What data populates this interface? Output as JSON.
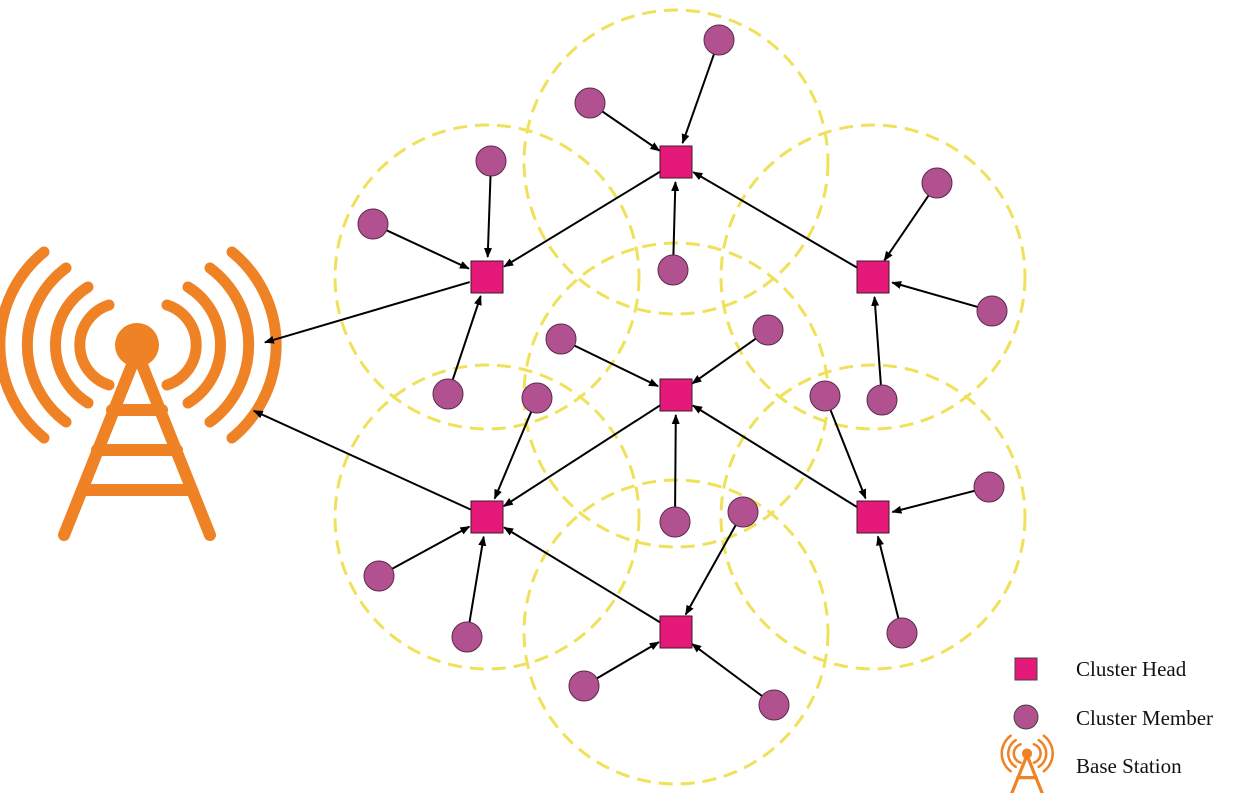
{
  "colors": {
    "cluster_head": "#e5197a",
    "cluster_member": "#b2518f",
    "base_station": "#ef8224",
    "cluster_range": "#efe15a",
    "link": "#000000"
  },
  "legend": {
    "cluster_head": "Cluster Head",
    "cluster_member": "Cluster Member",
    "base_station": "Base Station"
  },
  "icons": {
    "cluster_head": "pink-square",
    "cluster_member": "purple-circle",
    "base_station": "radio-tower-icon"
  },
  "nodes": {
    "heads": [
      "A",
      "B",
      "C",
      "D",
      "E",
      "F",
      "G"
    ],
    "members": [
      "m1",
      "m2",
      "m3",
      "m4",
      "m5",
      "m6",
      "m7",
      "m8",
      "m9",
      "m10",
      "m11",
      "m12",
      "m13",
      "m14",
      "m15",
      "m16",
      "m17",
      "m18",
      "m19",
      "m20",
      "m21",
      "m22",
      "m23",
      "m24"
    ],
    "base_station": "BS"
  },
  "links": [
    {
      "from": "m1",
      "to": "A"
    },
    {
      "from": "m2",
      "to": "A"
    },
    {
      "from": "m3",
      "to": "A"
    },
    {
      "from": "m4",
      "to": "B"
    },
    {
      "from": "m5",
      "to": "B"
    },
    {
      "from": "m6",
      "to": "B"
    },
    {
      "from": "m7",
      "to": "C"
    },
    {
      "from": "m8",
      "to": "C"
    },
    {
      "from": "m9",
      "to": "C"
    },
    {
      "from": "m10",
      "to": "D"
    },
    {
      "from": "m11",
      "to": "D"
    },
    {
      "from": "m12",
      "to": "D"
    },
    {
      "from": "m13",
      "to": "E"
    },
    {
      "from": "m14",
      "to": "E"
    },
    {
      "from": "m15",
      "to": "E"
    },
    {
      "from": "m16",
      "to": "F"
    },
    {
      "from": "m17",
      "to": "F"
    },
    {
      "from": "m18",
      "to": "F"
    },
    {
      "from": "m19",
      "to": "G"
    },
    {
      "from": "m20",
      "to": "G"
    },
    {
      "from": "m21",
      "to": "G"
    },
    {
      "from": "m22",
      "to": "E"
    },
    {
      "from": "m23",
      "to": "F"
    },
    {
      "from": "m24",
      "to": "D"
    },
    {
      "from": "A",
      "to": "B"
    },
    {
      "from": "C",
      "to": "A"
    },
    {
      "from": "D",
      "to": "E"
    },
    {
      "from": "F",
      "to": "D"
    },
    {
      "from": "G",
      "to": "E"
    },
    {
      "from": "B",
      "to": "BS"
    },
    {
      "from": "E",
      "to": "BS"
    }
  ]
}
